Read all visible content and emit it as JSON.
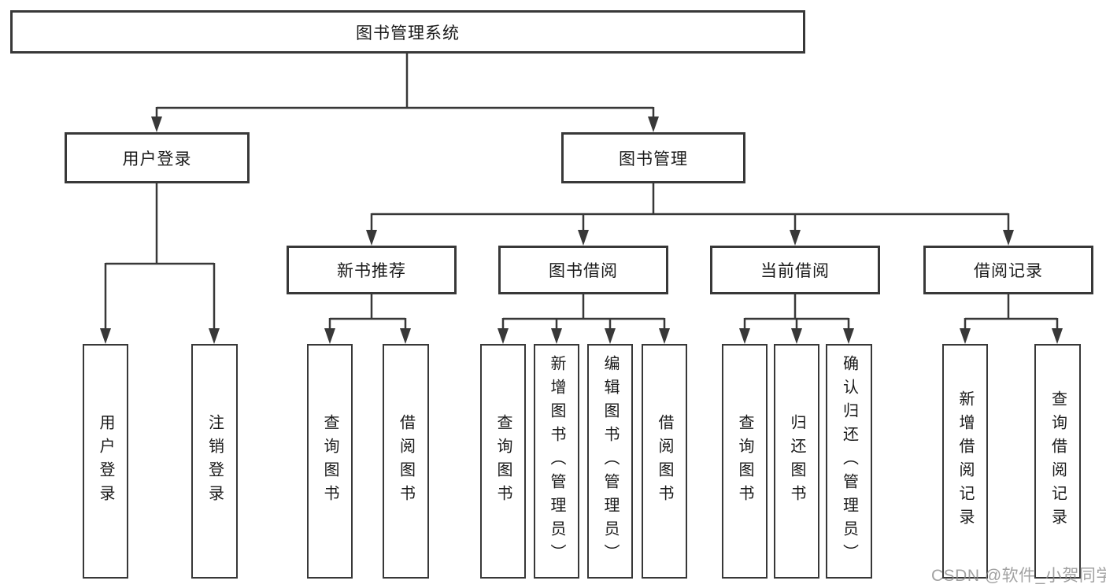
{
  "diagram": {
    "root": {
      "label": "图书管理系统"
    },
    "level2": [
      {
        "label": "用户登录",
        "children": [
          {
            "label": "用户登录"
          },
          {
            "label": "注销登录"
          }
        ]
      },
      {
        "label": "图书管理",
        "sections": [
          {
            "label": "新书推荐",
            "children": [
              {
                "label": "查询图书"
              },
              {
                "label": "借阅图书"
              }
            ]
          },
          {
            "label": "图书借阅",
            "children": [
              {
                "label": "查询图书"
              },
              {
                "label": "新增图书（管理员）"
              },
              {
                "label": "编辑图书（管理员）"
              },
              {
                "label": "借阅图书"
              }
            ]
          },
          {
            "label": "当前借阅",
            "children": [
              {
                "label": "查询图书"
              },
              {
                "label": "归还图书"
              },
              {
                "label": "确认归还（管理员）"
              }
            ]
          },
          {
            "label": "借阅记录",
            "children": [
              {
                "label": "新增借阅记录"
              },
              {
                "label": "查询借阅记录"
              }
            ]
          }
        ]
      }
    ]
  },
  "watermark": {
    "text": "CSDN @软件_小贺同学"
  },
  "colors": {
    "line": "#383838",
    "box_border": "#383838",
    "box_fill": "#ffffff",
    "text": "#1a1a1a",
    "watermark": "#8a8a8a",
    "background": "#ffffff"
  }
}
